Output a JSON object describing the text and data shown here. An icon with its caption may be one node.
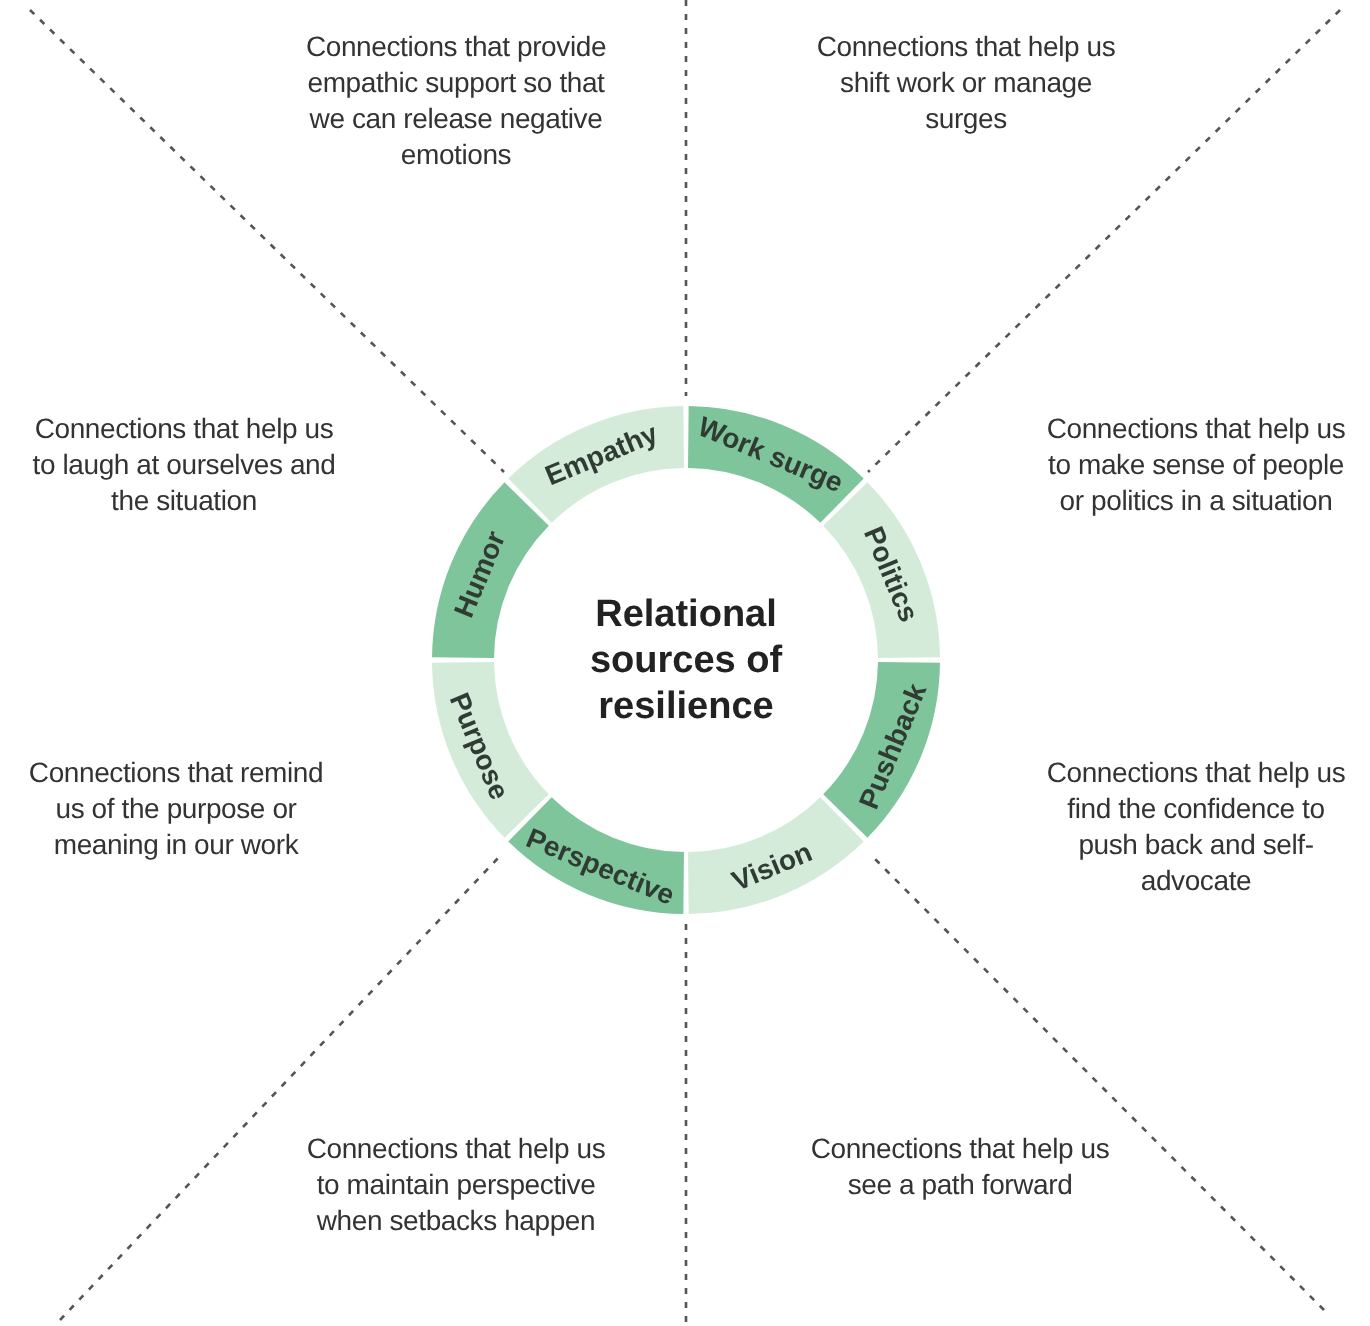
{
  "diagram": {
    "nodes": [
      {
        "text": [
          "Relational sources of resilience"
        ]
      },
      {
        "text": [
          "Empathy"
        ]
      },
      {
        "text": [
          "Work surge"
        ]
      },
      {
        "text": [
          "Politics"
        ]
      },
      {
        "text": [
          "Pushback"
        ]
      },
      {
        "text": [
          "Vision"
        ]
      },
      {
        "text": [
          "Perspective"
        ]
      },
      {
        "text": [
          "Purpose"
        ]
      },
      {
        "text": [
          "Humor"
        ]
      }
    ],
    "labels": [
      "Connections that provide empathic support so that we can release negative emotions",
      "Connections that help us shift work or manage surges",
      "Connections that help us to laugh at ourselves and the situation",
      "Connections that help us to make sense of people or politics in a situation",
      "Connections that remind us of the purpose or meaning in our work",
      "Connections that help us find the confidence to push back and self-advocate",
      "Connections that help us to maintain perspective when setbacks happen",
      "Connections that help us see a path forward"
    ]
  }
}
